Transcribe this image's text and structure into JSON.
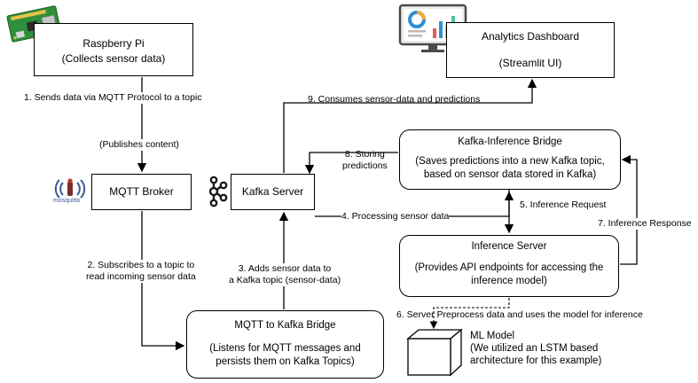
{
  "nodes": {
    "raspberry": {
      "title": "Raspberry Pi",
      "subtitle": "(Collects sensor data)"
    },
    "mqtt_broker": {
      "title": "MQTT Broker",
      "logo_text": "mosquitto"
    },
    "kafka_server": {
      "title": "Kafka Server"
    },
    "analytics": {
      "title": "Analytics Dashboard",
      "subtitle": "(Streamlit UI)"
    },
    "kafka_bridge": {
      "title": "Kafka-Inference Bridge",
      "line1": "(Saves predictions into a new Kafka topic,",
      "line2": "based on sensor data stored in Kafka)"
    },
    "inference": {
      "title": "Inference Server",
      "line1": "(Provides API endpoints for accessing the",
      "line2": "inference model)"
    },
    "mqtt_kafka_bridge": {
      "title": "MQTT to Kafka Bridge",
      "line1": "(Listens for MQTT messages and",
      "line2": "persists them on Kafka Topics)"
    },
    "ml_model": {
      "title": "ML Model",
      "line1": "(We utilized an LSTM based",
      "line2": "architecture for this example)"
    }
  },
  "edges": {
    "e1": "1. Sends data via MQTT Protocol to a topic",
    "e1b": "(Publishes content)",
    "e2a": "2. Subscribes to a topic to",
    "e2b": "read incoming sensor data",
    "e3a": "3. Adds sensor data to",
    "e3b": "a Kafka topic (sensor-data)",
    "e4": "4. Processing sensor data",
    "e5": "5. Inference Request",
    "e6": "6. Server Preprocess data and uses the model for inference",
    "e7": "7. Inference Response",
    "e8a": "8. Storing",
    "e8b": "predictions",
    "e9": "9. Consumes sensor-data and predictions"
  },
  "colors": {
    "line": "#000000",
    "kafka_icon": "#1a1a1a",
    "mosquitto": "#3c5a99"
  },
  "icons": {
    "raspberry": "raspberry-pi-board-icon",
    "mqtt": "mosquitto-logo-icon",
    "kafka": "kafka-logo-icon",
    "dashboard": "dashboard-monitor-icon",
    "model": "cube-icon"
  }
}
